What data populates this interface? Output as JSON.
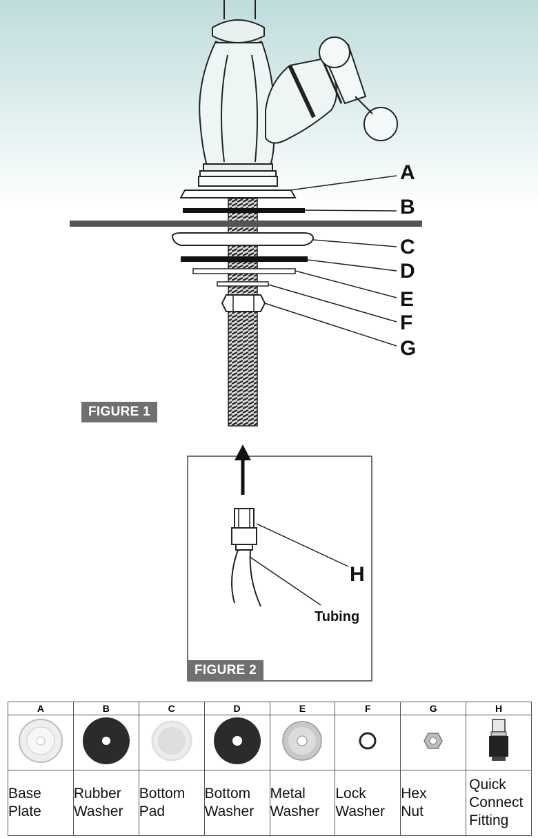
{
  "figure1_label": "FIGURE 1",
  "figure2_label": "FIGURE 2",
  "callouts": {
    "A": "A",
    "B": "B",
    "C": "C",
    "D": "D",
    "E": "E",
    "F": "F",
    "G": "G",
    "H": "H"
  },
  "tubing_label": "Tubing",
  "parts": [
    {
      "letter": "A",
      "name_lines": [
        "Base",
        "Plate"
      ],
      "icon": "base-plate-icon"
    },
    {
      "letter": "B",
      "name_lines": [
        "Rubber",
        "Washer"
      ],
      "icon": "rubber-washer-icon"
    },
    {
      "letter": "C",
      "name_lines": [
        "Bottom",
        "Pad"
      ],
      "icon": "bottom-pad-icon"
    },
    {
      "letter": "D",
      "name_lines": [
        "Bottom",
        "Washer"
      ],
      "icon": "bottom-washer-icon"
    },
    {
      "letter": "E",
      "name_lines": [
        "Metal",
        "Washer"
      ],
      "icon": "metal-washer-icon"
    },
    {
      "letter": "F",
      "name_lines": [
        "Lock",
        "Washer"
      ],
      "icon": "lock-washer-icon"
    },
    {
      "letter": "G",
      "name_lines": [
        "Hex",
        "Nut"
      ],
      "icon": "hex-nut-icon"
    },
    {
      "letter": "H",
      "name_lines": [
        "Quick",
        "Connect",
        "Fitting"
      ],
      "icon": "quick-connect-fitting-icon"
    }
  ]
}
